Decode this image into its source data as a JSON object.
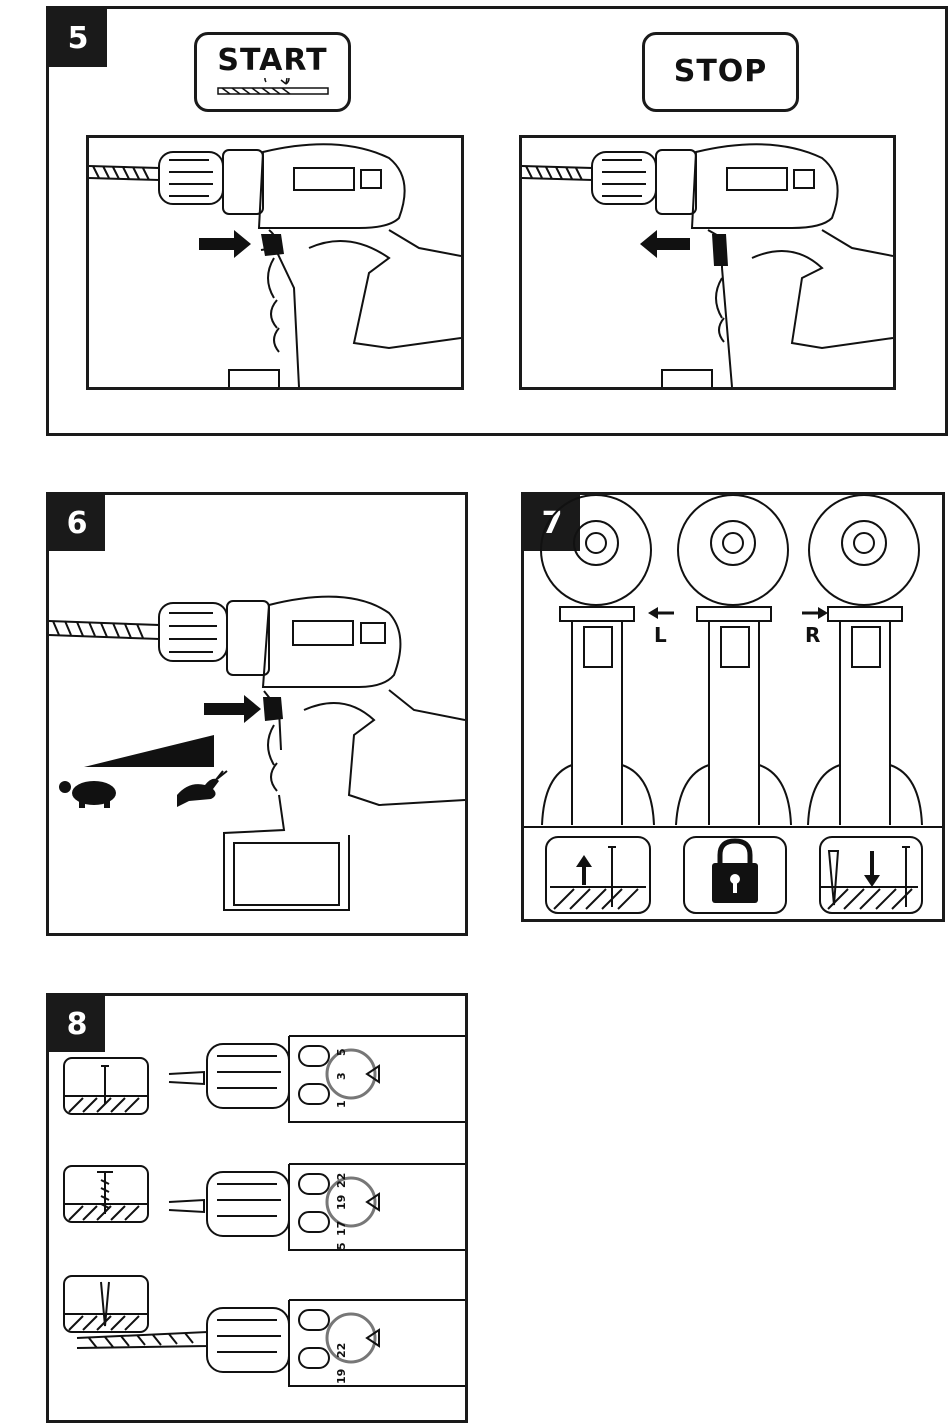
{
  "figures": {
    "fig5": {
      "number": "5",
      "start_label": "START",
      "stop_label": "STOP"
    },
    "fig6": {
      "number": "6"
    },
    "fig7": {
      "number": "7",
      "left_label": "L",
      "right_label": "R"
    },
    "fig8": {
      "number": "8",
      "collar1": [
        "1",
        "3",
        "5"
      ],
      "collar2": [
        "5",
        "17",
        "19",
        "22"
      ],
      "collar3": [
        "19",
        "22"
      ]
    }
  }
}
